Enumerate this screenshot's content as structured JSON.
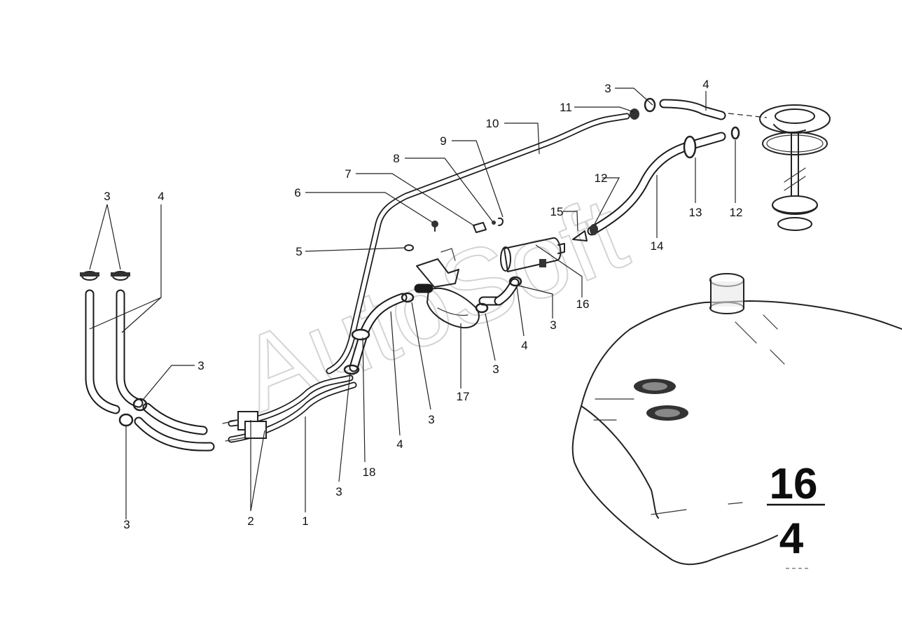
{
  "watermark": "AutoSoft",
  "section_ref": {
    "top": "16",
    "bottom": "4"
  },
  "callouts": [
    {
      "id": "c-3-tl",
      "text": "3"
    },
    {
      "id": "c-4-tl",
      "text": "4"
    },
    {
      "id": "c-3-mid-left",
      "text": "3"
    },
    {
      "id": "c-3-bottom-left",
      "text": "3"
    },
    {
      "id": "c-2",
      "text": "2"
    },
    {
      "id": "c-1",
      "text": "1"
    },
    {
      "id": "c-3-bottom-mid",
      "text": "3"
    },
    {
      "id": "c-18",
      "text": "18"
    },
    {
      "id": "c-4-mid",
      "text": "4"
    },
    {
      "id": "c-3-mid",
      "text": "3"
    },
    {
      "id": "c-17",
      "text": "17"
    },
    {
      "id": "c-3-right-mid",
      "text": "3"
    },
    {
      "id": "c-4-right-mid",
      "text": "4"
    },
    {
      "id": "c-3-pump",
      "text": "3"
    },
    {
      "id": "c-16",
      "text": "16"
    },
    {
      "id": "c-5",
      "text": "5"
    },
    {
      "id": "c-6",
      "text": "6"
    },
    {
      "id": "c-7",
      "text": "7"
    },
    {
      "id": "c-8",
      "text": "8"
    },
    {
      "id": "c-9",
      "text": "9"
    },
    {
      "id": "c-10",
      "text": "10"
    },
    {
      "id": "c-11",
      "text": "11"
    },
    {
      "id": "c-3-top",
      "text": "3"
    },
    {
      "id": "c-4-top",
      "text": "4"
    },
    {
      "id": "c-15",
      "text": "15"
    },
    {
      "id": "c-12-left",
      "text": "12"
    },
    {
      "id": "c-13",
      "text": "13"
    },
    {
      "id": "c-14",
      "text": "14"
    },
    {
      "id": "c-12-right",
      "text": "12"
    }
  ]
}
